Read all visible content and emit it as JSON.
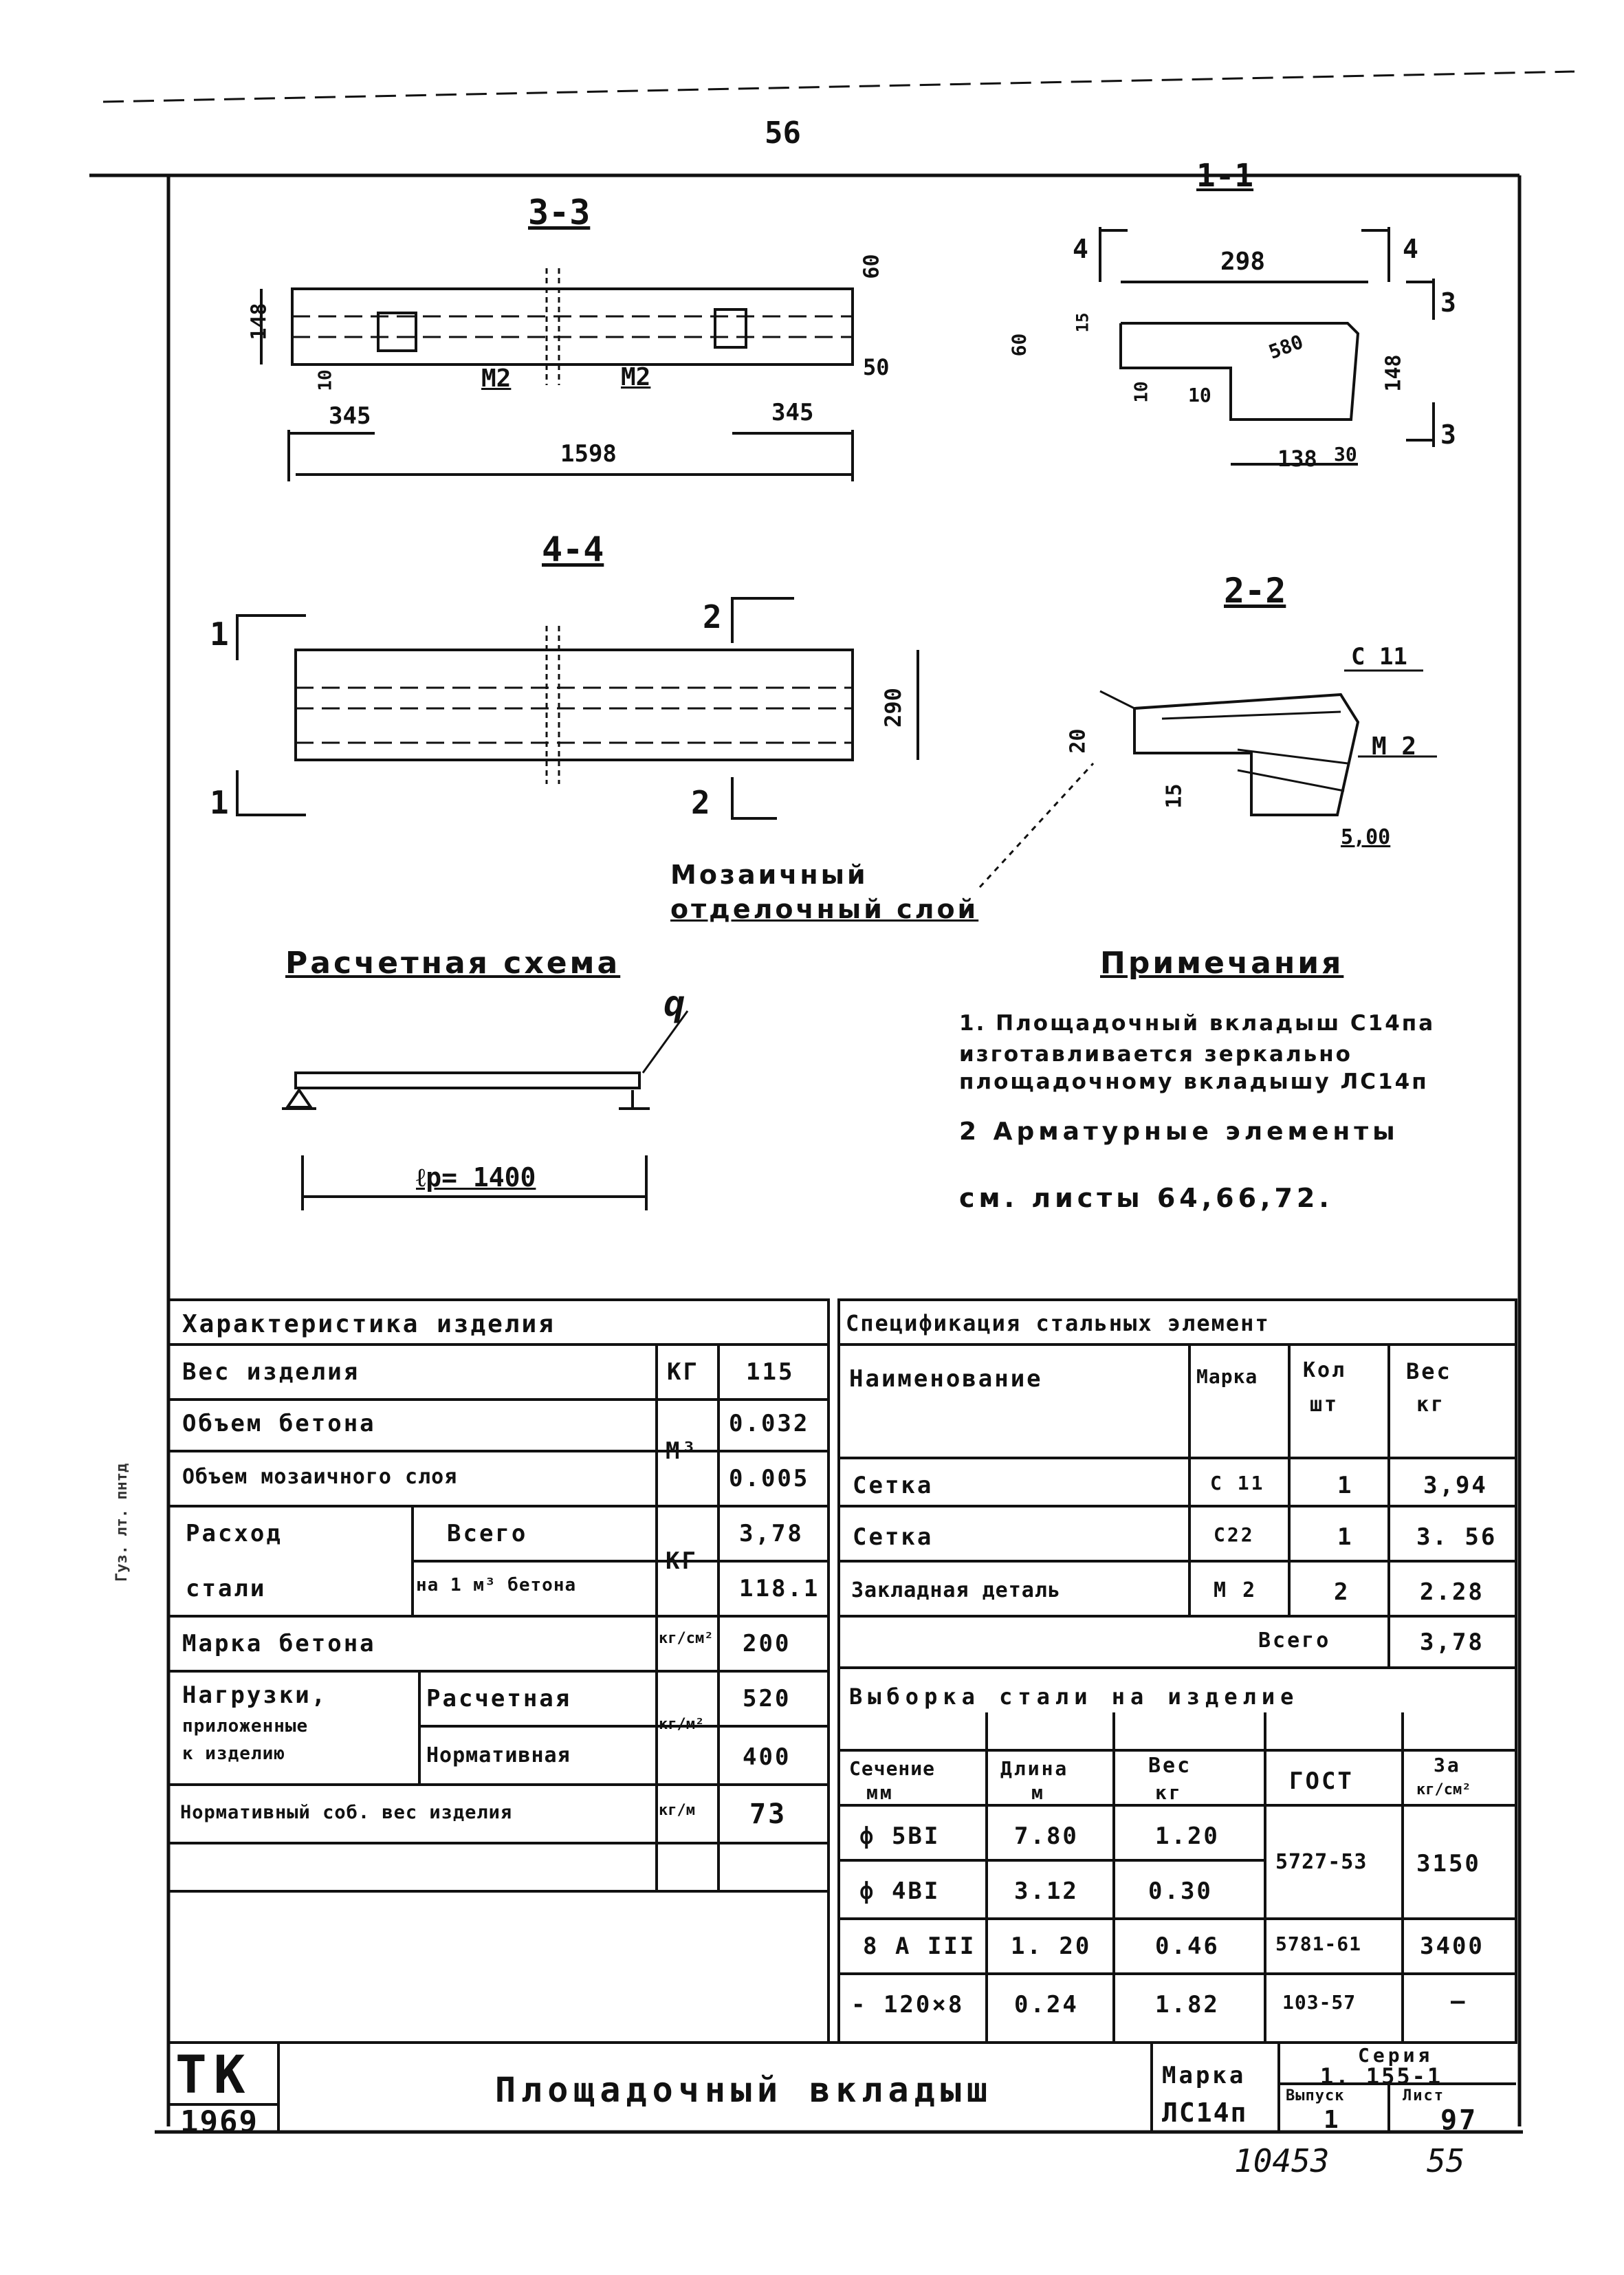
{
  "page_number": "56",
  "drawings": {
    "sec33": {
      "title": "3-3",
      "dims": [
        "148",
        "60",
        "50",
        "10",
        "345",
        "345",
        "1598"
      ],
      "marks": [
        "М2",
        "М2"
      ]
    },
    "sec11": {
      "title": "1-1",
      "dims": [
        "298",
        "60",
        "15",
        "580",
        "10",
        "10",
        "148",
        "138",
        "30"
      ],
      "cuts": [
        "4",
        "4",
        "3",
        "3"
      ]
    },
    "sec44": {
      "title": "4-4",
      "dims": [
        "290"
      ],
      "cuts": [
        "1",
        "1",
        "2",
        "2"
      ]
    },
    "sec22": {
      "title": "2-2",
      "dims": [
        "20",
        "15",
        "5,00"
      ],
      "marks": [
        "С 11",
        "М 2"
      ]
    },
    "mosaic_label_1": "Мозаичный",
    "mosaic_label_2": "отделочный слой",
    "scheme": {
      "title": "Расчетная схема",
      "load": "q",
      "span": "ℓр= 1400"
    }
  },
  "notes": {
    "title": "Примечания",
    "lines": [
      "1. Площадочный вкладыш С14па",
      "изготавливается зеркально",
      "площадочному вкладышу ЛС14п",
      "2 Арматурные элементы",
      "см. листы 64,66,72."
    ]
  },
  "characteristics": {
    "title": "Характеристика изделия",
    "rows": {
      "weight": {
        "label": "Вес изделия",
        "unit": "КГ",
        "value": "115"
      },
      "concrete_volume": {
        "label": "Объем бетона",
        "value": "0.032"
      },
      "mosaic_volume": {
        "label": "Объем мозаичного слоя",
        "value": "0.005"
      },
      "volume_unit": "М³",
      "steel": {
        "label_1": "Расход",
        "label_2": "стали",
        "total_label": "Всего",
        "per_label": "на 1 м³ бетона",
        "unit": "КГ",
        "total": "3,78",
        "per": "118.1"
      },
      "grade": {
        "label": "Марка бетона",
        "unit": "кг/см²",
        "value": "200"
      },
      "loads": {
        "label_1": "Нагрузки,",
        "label_2": "приложенные",
        "label_3": "к изделию",
        "calc_label": "Расчетная",
        "norm_label": "Нормативная",
        "unit": "кг/м²",
        "calc": "520",
        "norm": "400"
      },
      "own_weight": {
        "label": "Нормативный соб. вес изделия",
        "unit": "кг/м",
        "value": "73"
      }
    }
  },
  "spec": {
    "title": "Спецификация стальных элемент",
    "headers": {
      "name": "Наименование",
      "mark": "Марка",
      "qty_1": "Кол",
      "qty_2": "шт",
      "weight_1": "Вес",
      "weight_2": "кг"
    },
    "rows": [
      {
        "name": "Сетка",
        "mark": "С 11",
        "qty": "1",
        "weight": "3,94"
      },
      {
        "name": "Сетка",
        "mark": "С22",
        "qty": "1",
        "weight": "3. 56"
      },
      {
        "name": "Закладная деталь",
        "mark": "М 2",
        "qty": "2",
        "weight": "2.28"
      }
    ],
    "total_label": "Всего",
    "total_value": "3,78"
  },
  "selection": {
    "title": "Выборка стали на изделие",
    "headers": {
      "section_1": "Сечение",
      "section_2": "мм",
      "length_1": "Длина",
      "length_2": "м",
      "weight_1": "Вес",
      "weight_2": "кг",
      "gost": "ГОСТ",
      "price_1": "За",
      "price_2": "кг/см²"
    },
    "rows": [
      {
        "section": "ф 5ВI",
        "length": "7.80",
        "weight": "1.20"
      },
      {
        "section": "ф 4ВI",
        "length": "3.12",
        "weight": "0.30"
      },
      {
        "section": "8 А III",
        "length": "1. 20",
        "weight": "0.46"
      },
      {
        "section": "- 120×8",
        "length": "0.24",
        "weight": "1.82"
      }
    ],
    "gost_a": "5727-53",
    "price_a": "3150",
    "gost_b": "5781-61",
    "price_b": "3400",
    "gost_c": "103-57",
    "price_c": "–"
  },
  "titleblock": {
    "org": "ТК",
    "year": "1969",
    "name": "Площадочный вкладыш",
    "mark_label": "Марка",
    "mark": "ЛС14п",
    "series_label": "Серия",
    "series": "1. 155-1",
    "issue_label": "Выпуск",
    "issue": "1",
    "sheet_label": "Лист",
    "sheet": "97"
  },
  "footer": {
    "num1": "10453",
    "num2": "55"
  },
  "margin_stamp": "Гуз. лт. пнтд"
}
